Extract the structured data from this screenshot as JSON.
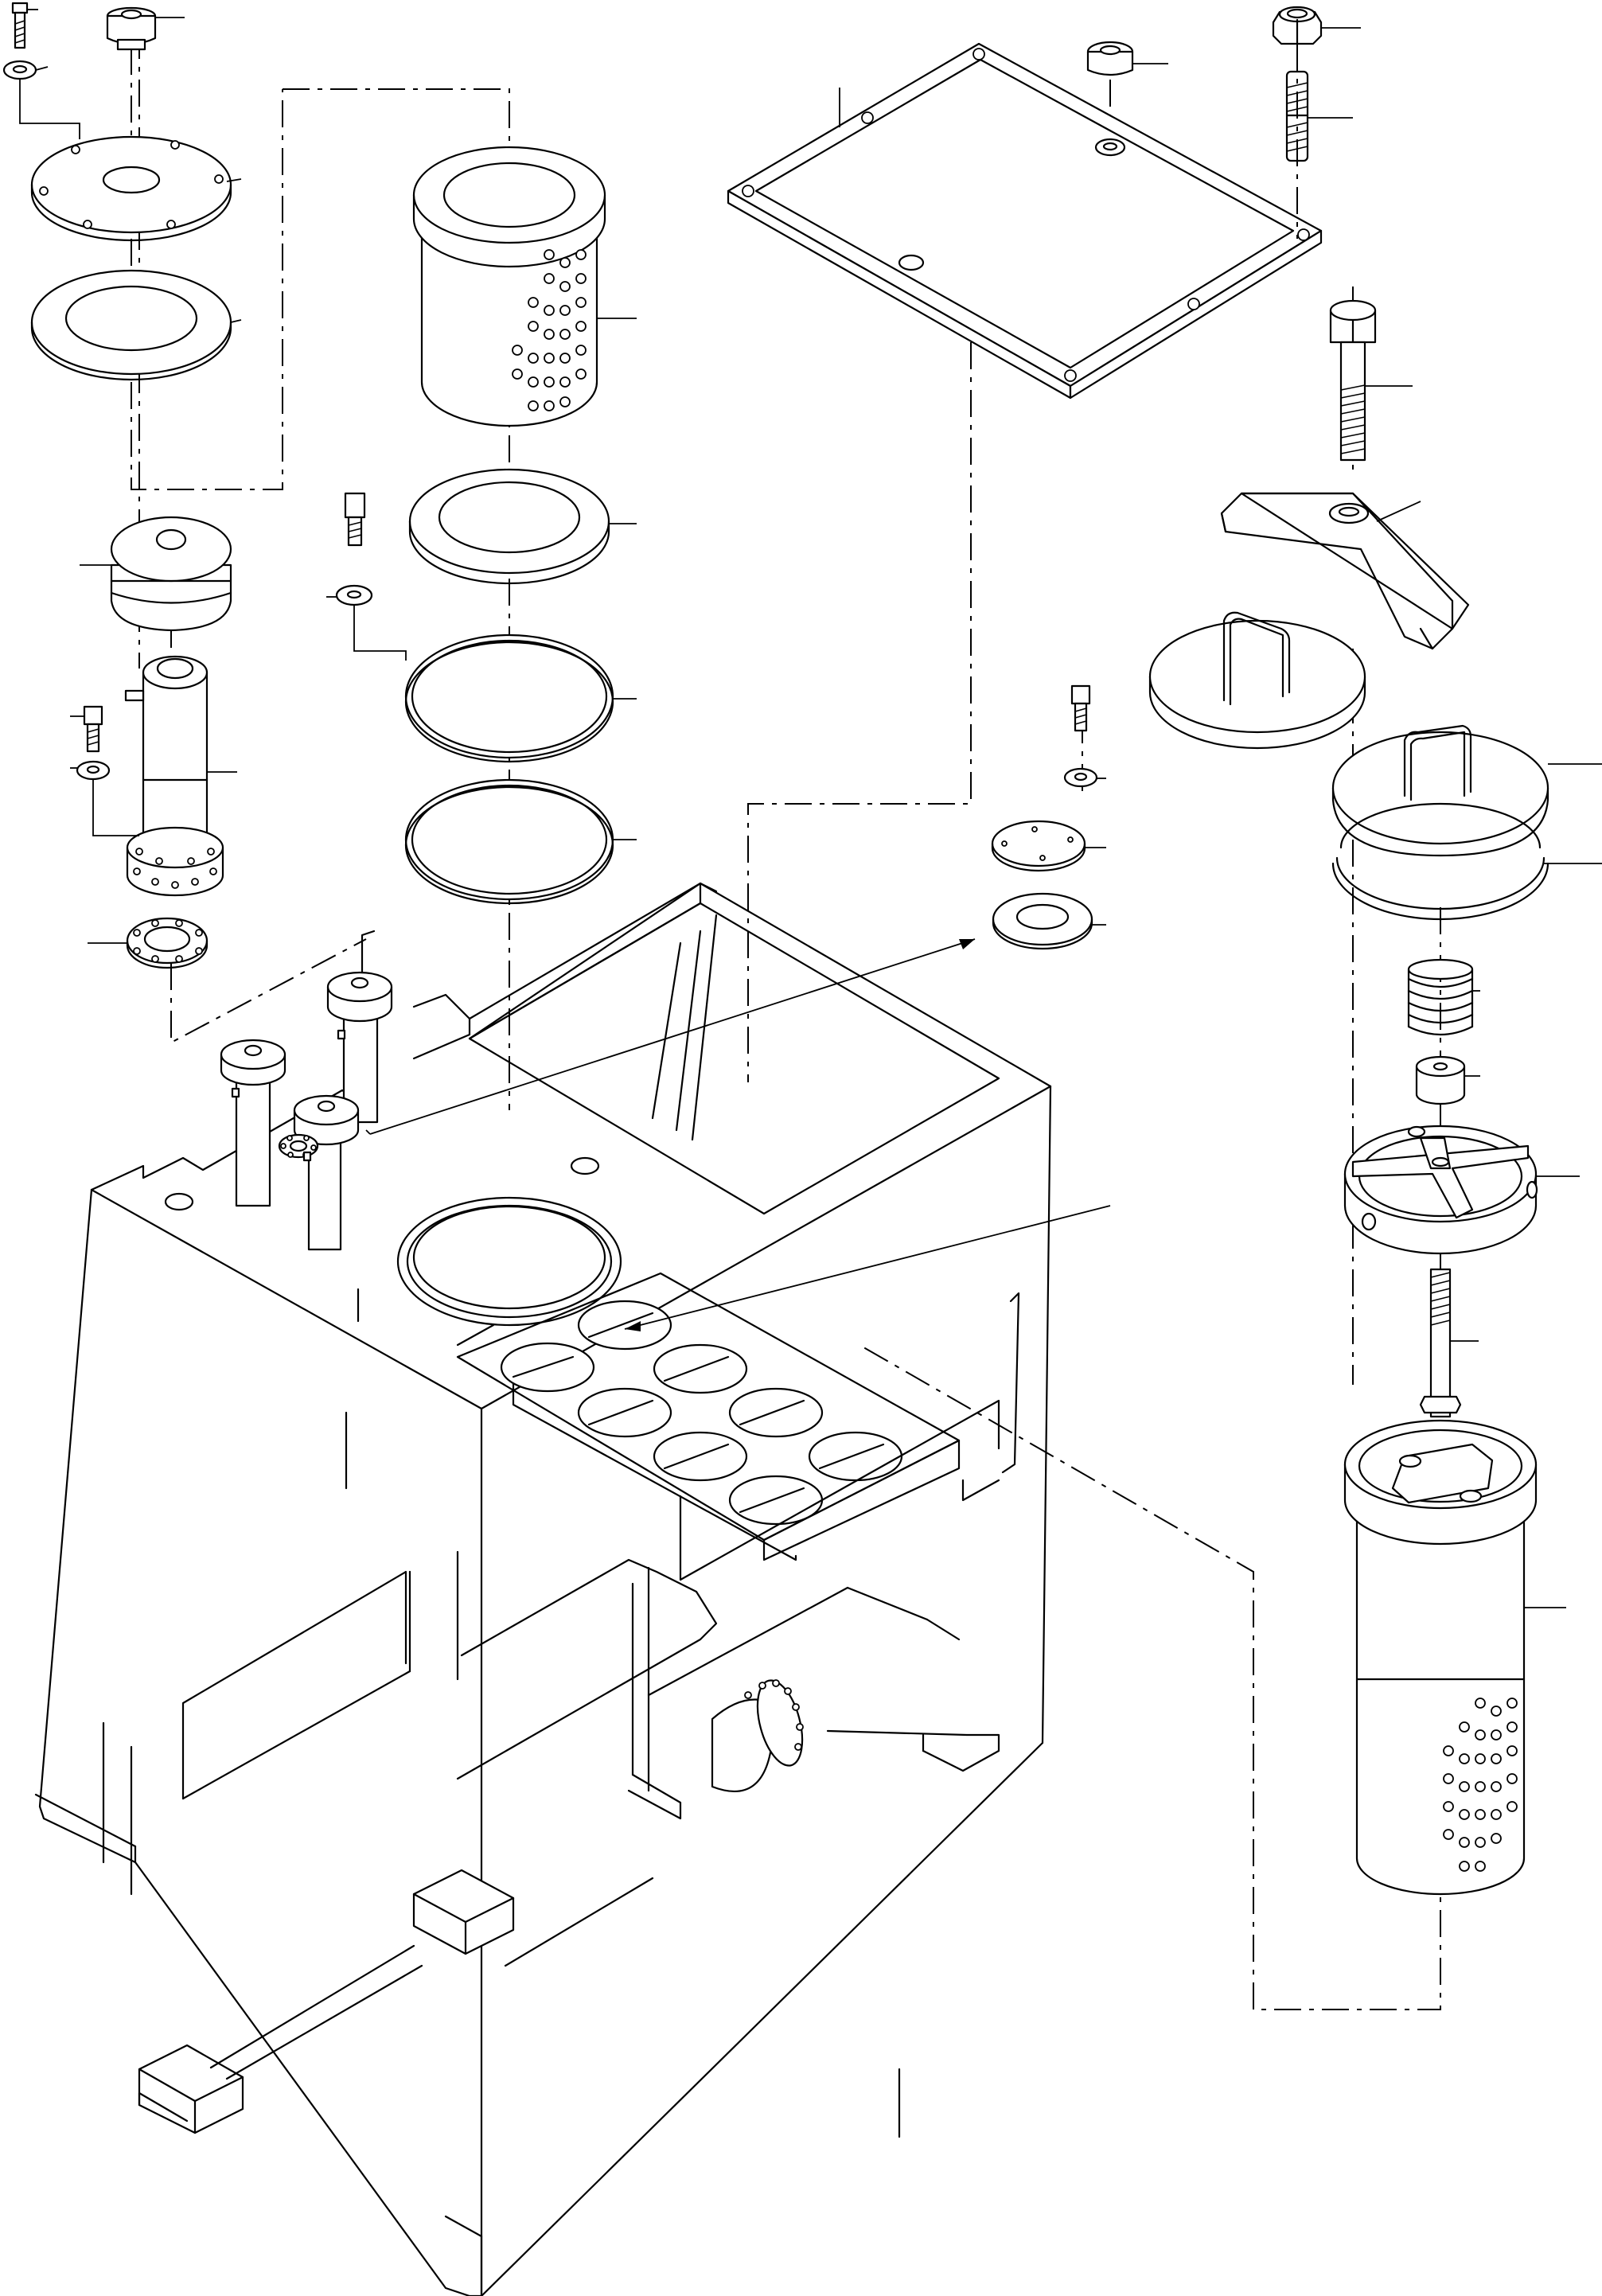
{
  "drawing": {
    "type": "exploded-parts-view",
    "line_color": "#000000",
    "background": "#ffffff",
    "text_labels": []
  },
  "parts": [
    {
      "id": "cap-screw-top-left",
      "kind": "cap-screw"
    },
    {
      "id": "washer-top-left",
      "kind": "washer"
    },
    {
      "id": "fill-plug-top-left",
      "kind": "plug"
    },
    {
      "id": "cover-plate-round",
      "kind": "flange-plate"
    },
    {
      "id": "gasket-round-top-left",
      "kind": "gasket"
    },
    {
      "id": "strainer-basket-top",
      "kind": "strainer"
    },
    {
      "id": "gasket-strainer-1",
      "kind": "gasket"
    },
    {
      "id": "o-ring-1",
      "kind": "o-ring"
    },
    {
      "id": "o-ring-2",
      "kind": "o-ring"
    },
    {
      "id": "cap-screw-mid",
      "kind": "cap-screw"
    },
    {
      "id": "washer-mid",
      "kind": "washer"
    },
    {
      "id": "breather-cap",
      "kind": "breather"
    },
    {
      "id": "filler-tube",
      "kind": "tube"
    },
    {
      "id": "cap-screw-left",
      "kind": "cap-screw"
    },
    {
      "id": "washer-left",
      "kind": "washer"
    },
    {
      "id": "flange-gasket-left",
      "kind": "gasket"
    },
    {
      "id": "tank-cover-rect",
      "kind": "cover-plate"
    },
    {
      "id": "plug-cover",
      "kind": "plug"
    },
    {
      "id": "nut-top-right",
      "kind": "nut"
    },
    {
      "id": "stud-top-right",
      "kind": "stud"
    },
    {
      "id": "bolt-hex-right",
      "kind": "bolt"
    },
    {
      "id": "clamp-bar",
      "kind": "clamp"
    },
    {
      "id": "lid-with-handle-1",
      "kind": "lid"
    },
    {
      "id": "lid-with-handle-2",
      "kind": "lid"
    },
    {
      "id": "o-ring-right",
      "kind": "o-ring"
    },
    {
      "id": "spring",
      "kind": "spring"
    },
    {
      "id": "spacer",
      "kind": "spacer"
    },
    {
      "id": "spider-housing",
      "kind": "housing"
    },
    {
      "id": "rod-threaded",
      "kind": "rod"
    },
    {
      "id": "strainer-basket-right",
      "kind": "strainer"
    },
    {
      "id": "cap-screw-small",
      "kind": "cap-screw"
    },
    {
      "id": "washer-small",
      "kind": "washer"
    },
    {
      "id": "small-cover",
      "kind": "cover"
    },
    {
      "id": "small-gasket",
      "kind": "gasket"
    },
    {
      "id": "reservoir-tank",
      "kind": "tank"
    }
  ]
}
